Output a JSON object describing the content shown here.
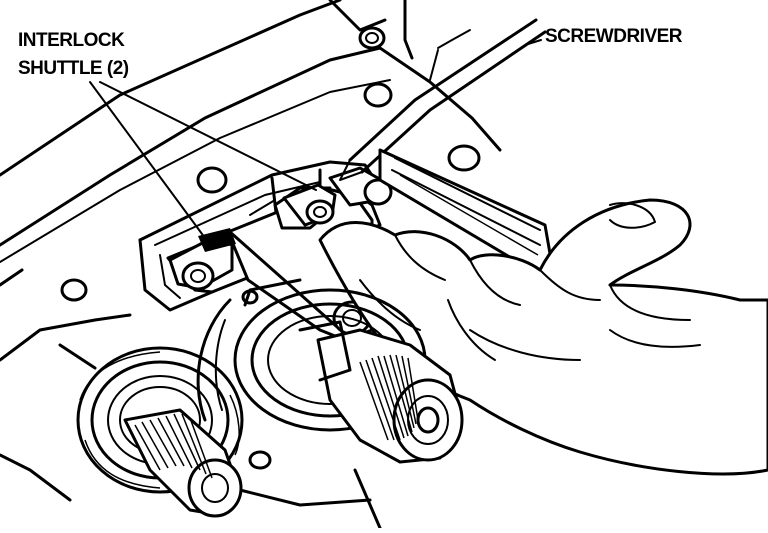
{
  "labels": {
    "interlock_line1": "INTERLOCK",
    "interlock_line2": "SHUTTLE (2)",
    "screwdriver": "SCREWDRIVER"
  },
  "colors": {
    "ink": "#000000",
    "paper": "#ffffff"
  }
}
